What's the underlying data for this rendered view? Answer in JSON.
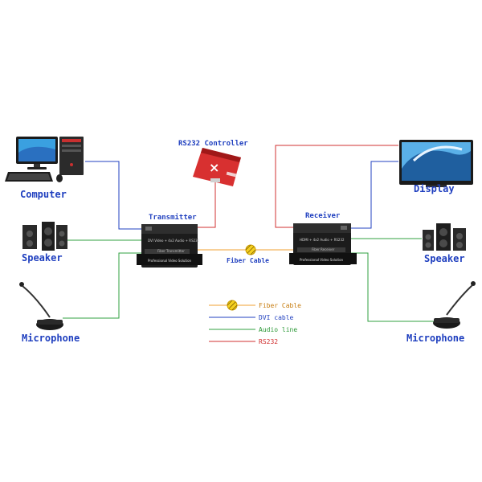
{
  "labels": {
    "computer": "Computer",
    "speaker_left": "Speaker",
    "microphone_left": "Microphone",
    "display": "Display",
    "speaker_right": "Speaker",
    "microphone_right": "Microphone",
    "rs232_controller": "RS232 Controller",
    "transmitter": "Transmitter",
    "receiver": "Receiver",
    "fiber_cable": "Fiber Cable"
  },
  "device_text": {
    "tx_front": "DVI Video + 4x2 Audio + RS232",
    "tx_mid": "Fiber Transmitter",
    "tx_bottom": "Professional Video Solution",
    "rx_front": "HDMI + 4x2 Audio + RS232",
    "rx_mid": "Fiber Receiver",
    "rx_bottom": "Professional Video Solution"
  },
  "legend": [
    {
      "label": "Fiber Cable",
      "color": "#f0a030",
      "text_color": "#c77d10",
      "has_icon": true
    },
    {
      "label": "DVI cable",
      "color": "#2040c0",
      "text_color": "#1f3fbf",
      "has_icon": false
    },
    {
      "label": "Audio line",
      "color": "#30a040",
      "text_color": "#2f9a3a",
      "has_icon": false
    },
    {
      "label": "RS232",
      "color": "#d03030",
      "text_color": "#d03030",
      "has_icon": false
    }
  ],
  "colors": {
    "fiber": "#f0a030",
    "dvi": "#2040c0",
    "audio": "#30a040",
    "rs232": "#d03030",
    "label": "#1f3fbf"
  }
}
